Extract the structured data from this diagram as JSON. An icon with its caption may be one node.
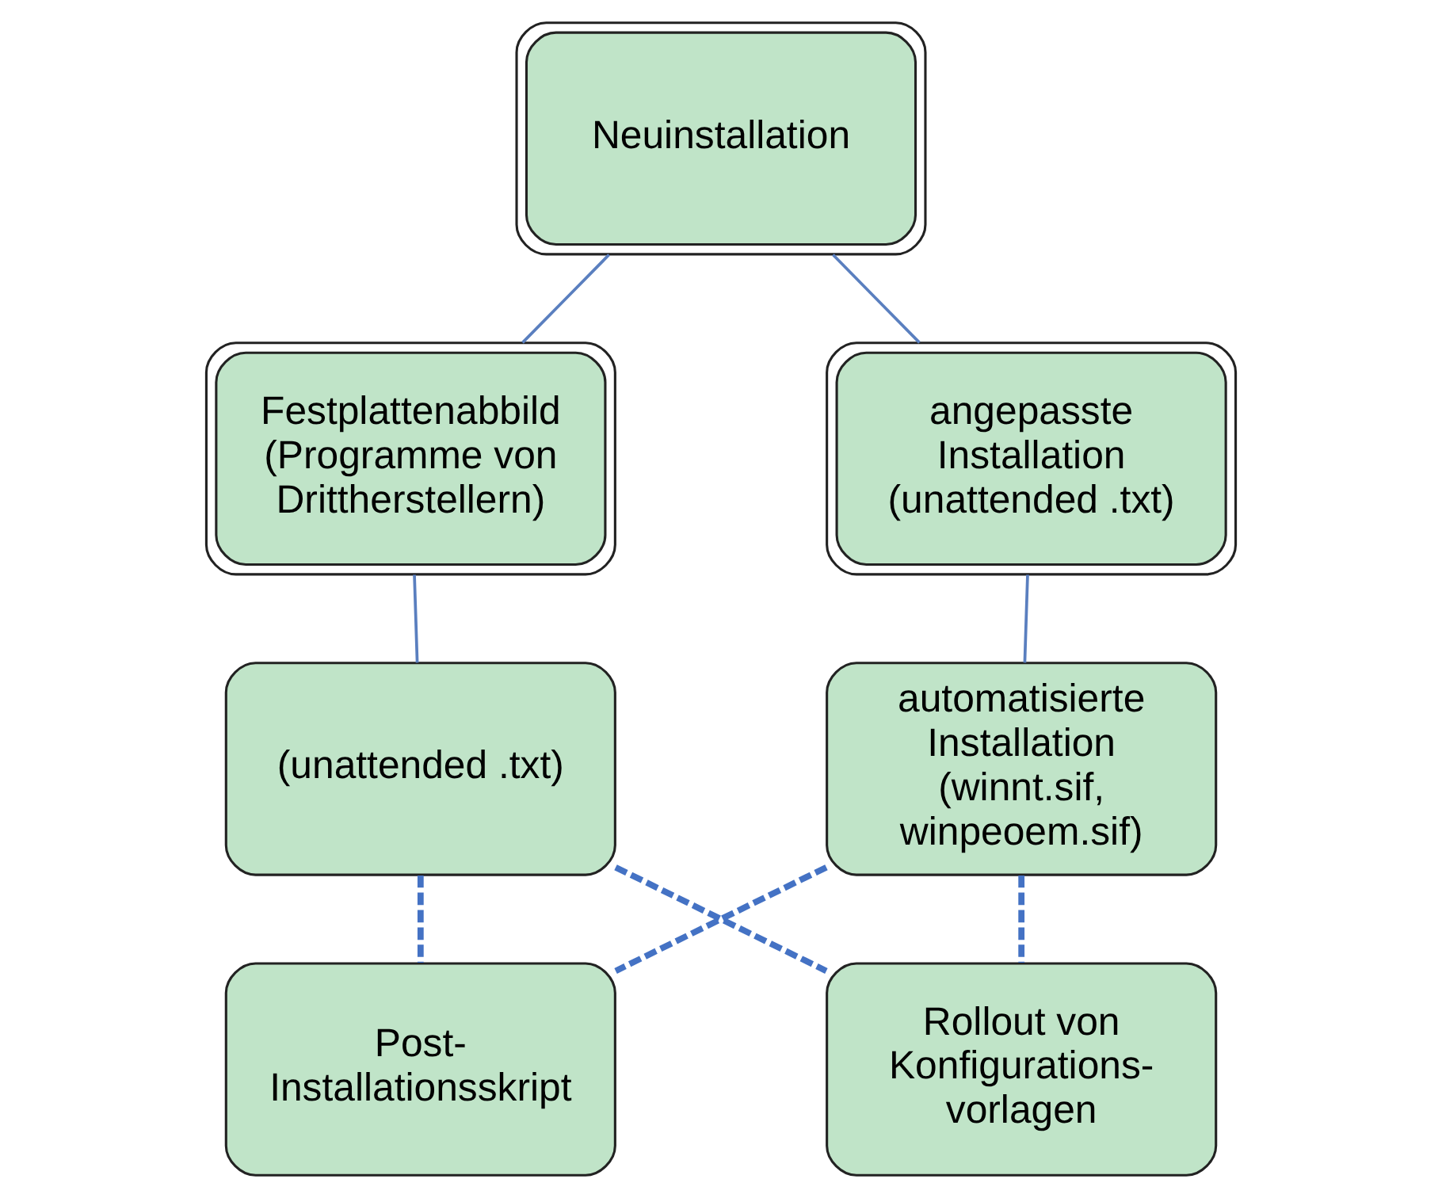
{
  "diagram": {
    "nodes": [
      {
        "text": [
          "Neuinstallation"
        ]
      },
      {
        "text": [
          "Festplattenabbild (Programme von Drittherstellern)"
        ]
      },
      {
        "text": [
          "angepasste Installation (unattended .txt)"
        ]
      },
      {
        "text": [
          "(unattended .txt)"
        ]
      },
      {
        "text": [
          "automatisierte Installation (winnt.sif, winpeoem.sif)"
        ]
      },
      {
        "text": [
          "Post- Installationsskript"
        ]
      },
      {
        "text": [
          "Rollout von Konfigurations- vorlagen"
        ]
      }
    ],
    "edges": [
      {
        "from": 0,
        "to": 1,
        "arrow": "none"
      },
      {
        "from": 0,
        "to": 2,
        "arrow": "none"
      },
      {
        "from": 1,
        "to": 3,
        "arrow": "none"
      },
      {
        "from": 2,
        "to": 4,
        "arrow": "none"
      },
      {
        "from": 3,
        "to": 5,
        "arrow": "none",
        "style": "dashed"
      },
      {
        "from": 4,
        "to": 5,
        "arrow": "none",
        "style": "dashed"
      },
      {
        "from": 3,
        "to": 6,
        "arrow": "none",
        "style": "dashed"
      },
      {
        "from": 4,
        "to": 6,
        "arrow": "none",
        "style": "dashed"
      }
    ]
  }
}
